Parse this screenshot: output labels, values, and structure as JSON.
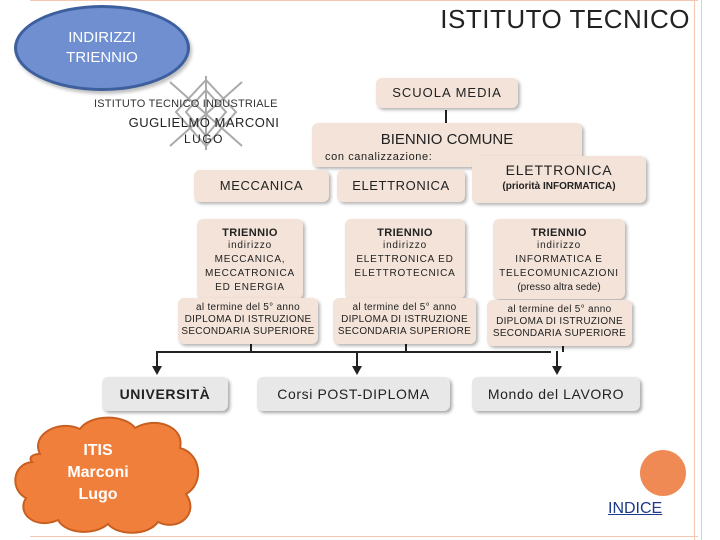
{
  "page": {
    "title": "ISTITUTO TECNICO",
    "badge_line1": "INDIRIZZI",
    "badge_line2": "TRIENNIO",
    "colors": {
      "badge": "#6f8fd0",
      "cloud": "#f07f3c",
      "box": "#f3e3d8",
      "frame": "#f2c9b0",
      "link": "#1a3a8a"
    }
  },
  "logo": {
    "line1": "ISTITUTO TECNICO INDUSTRIALE",
    "line2": "GUGLIELMO MARCONI",
    "line3": "LUGO"
  },
  "diagram": {
    "scuola_media": "SCUOLA MEDIA",
    "biennio": "BIENNIO COMUNE",
    "canalizzazione": "con canalizzazione:",
    "meccanica": "MECCANICA",
    "elettronica": "ELETTRONICA",
    "elettronica_right": "ELETTRONICA",
    "elettronica_right_sub": "(priorità INFORMATICA)",
    "triennio_1": {
      "head": "TRIENNIO",
      "l1": "indirizzo",
      "l2": "MECCANICA,",
      "l3": "MECCATRONICA",
      "l4": "ED ENERGIA"
    },
    "triennio_2": {
      "head": "TRIENNIO",
      "l1": "indirizzo",
      "l2": "ELETTRONICA ED",
      "l3": "ELETTROTECNICA"
    },
    "triennio_3": {
      "head": "TRIENNIO",
      "l1": "indirizzo",
      "l2": "INFORMATICA E",
      "l3": "TELECOMUNICAZIONI",
      "l4": "(presso altra sede)"
    },
    "diploma": {
      "l1": "al termine del 5° anno",
      "l2": "DIPLOMA DI ISTRUZIONE",
      "l3": "SECONDARIA SUPERIORE"
    },
    "universita": "UNIVERSITÀ",
    "post_diploma": "Corsi POST-DIPLOMA",
    "lavoro": "Mondo del LAVORO"
  },
  "cloud": {
    "line1": "ITIS",
    "line2": "Marconi",
    "line3": "Lugo"
  },
  "nav": {
    "indice": "INDICE"
  }
}
